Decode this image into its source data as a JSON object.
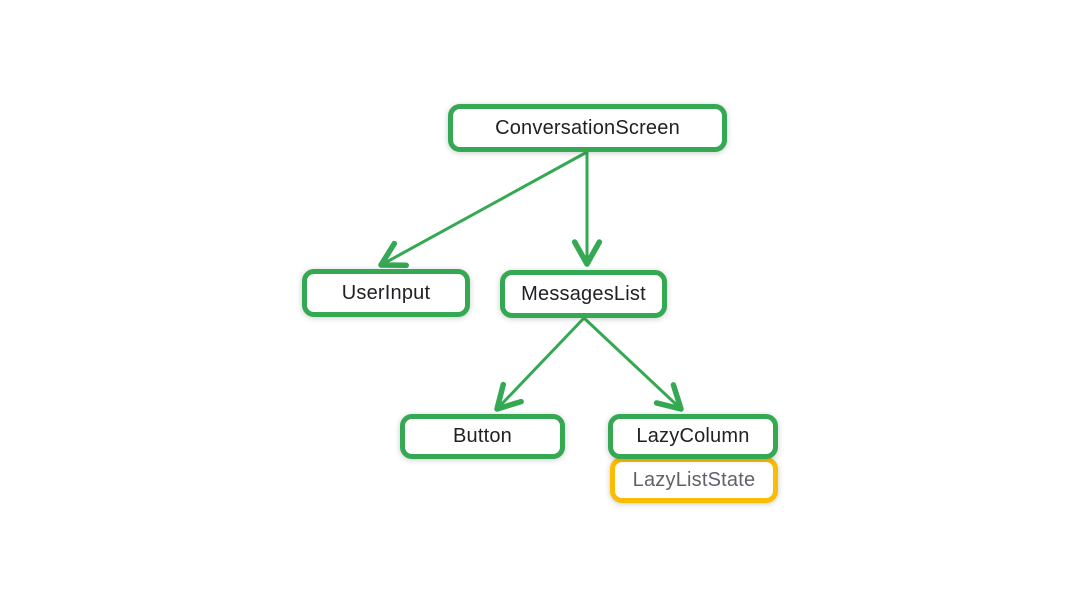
{
  "diagram": {
    "type": "tree",
    "description": "Compose UI component hierarchy tree",
    "nodes": [
      {
        "id": "conversation-screen",
        "label": "ConversationScreen",
        "style": "green"
      },
      {
        "id": "user-input",
        "label": "UserInput",
        "style": "green"
      },
      {
        "id": "messages-list",
        "label": "MessagesList",
        "style": "green"
      },
      {
        "id": "button",
        "label": "Button",
        "style": "green"
      },
      {
        "id": "lazy-column",
        "label": "LazyColumn",
        "style": "green"
      },
      {
        "id": "lazy-list-state",
        "label": "LazyListState",
        "style": "yellow"
      }
    ],
    "edges": [
      {
        "from": "ConversationScreen",
        "to": "UserInput"
      },
      {
        "from": "ConversationScreen",
        "to": "MessagesList"
      },
      {
        "from": "MessagesList",
        "to": "Button"
      },
      {
        "from": "MessagesList",
        "to": "LazyColumn"
      }
    ],
    "colors": {
      "node_border_green": "#34A853",
      "node_border_yellow": "#FBBC04",
      "edge_green": "#34A853",
      "text_dark": "#202124",
      "text_gray": "#5F6368",
      "background": "#ffffff"
    }
  }
}
